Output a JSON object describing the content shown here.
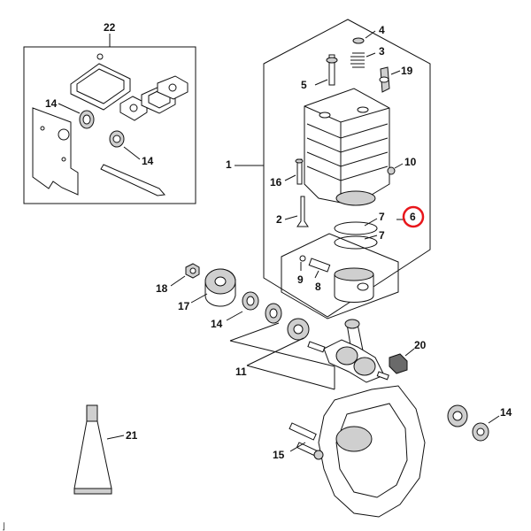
{
  "callouts": {
    "c22": "22",
    "c4": "4",
    "c3": "3",
    "c5": "5",
    "c19": "19",
    "c14a": "14",
    "c14b": "14",
    "c14c": "14",
    "c14d": "14",
    "c1": "1",
    "c10": "10",
    "c16": "16",
    "c2": "2",
    "c7a": "7",
    "c7b": "7",
    "c6": "6",
    "c9": "9",
    "c8": "8",
    "c18": "18",
    "c17": "17",
    "c20": "20",
    "c11": "11",
    "c21": "21",
    "c15": "15"
  },
  "highlight": {
    "part": "6",
    "color": "#e8161b"
  },
  "footer_mark": "⌋"
}
